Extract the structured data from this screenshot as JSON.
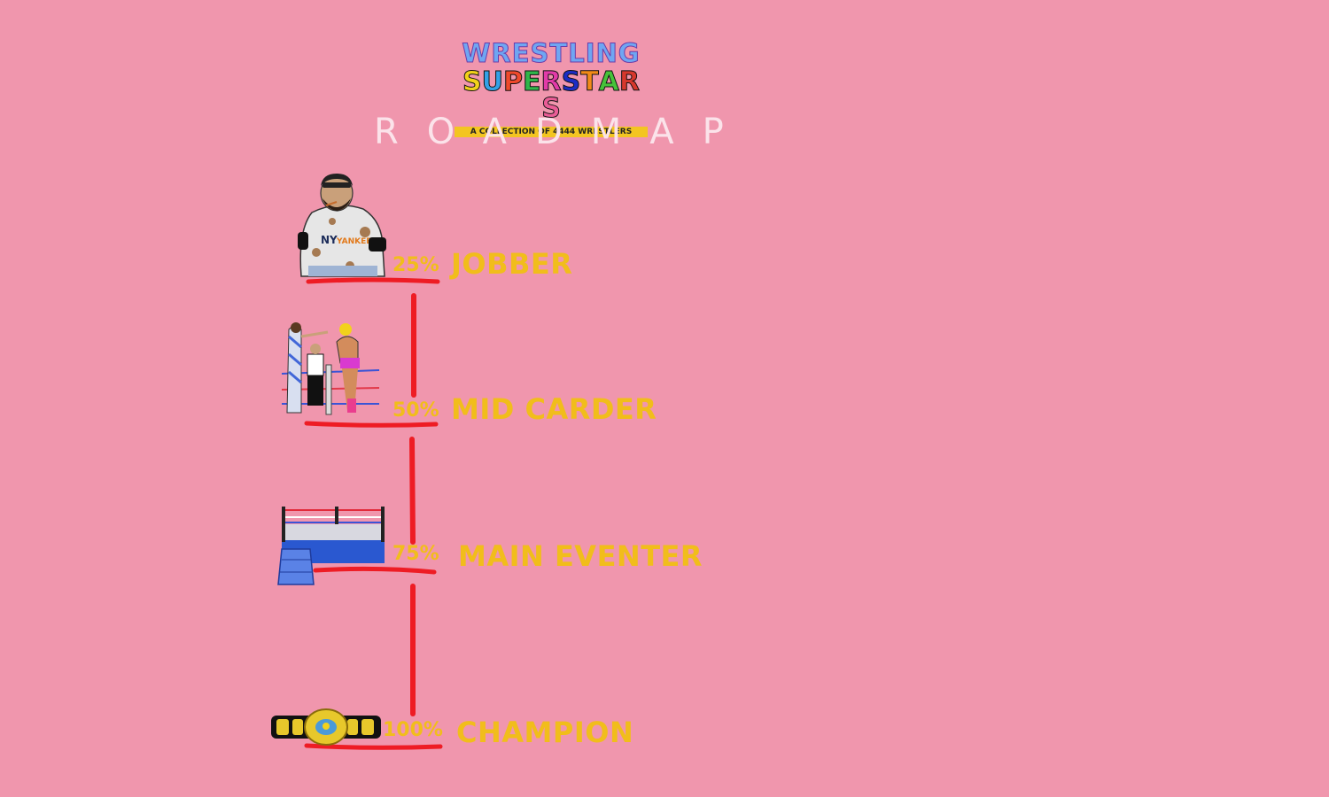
{
  "logo": {
    "line1": "WRESTLING",
    "line2_letters": [
      "S",
      "U",
      "P",
      "E",
      "R",
      "S",
      "T",
      "A",
      "R",
      "S"
    ],
    "line2_colors": [
      "#f2d21b",
      "#33a1e6",
      "#f0492b",
      "#2fb64a",
      "#e23aa8",
      "#1c2cc4",
      "#f28a17",
      "#46c23a",
      "#d7372c",
      "#ea5d96"
    ],
    "tagline": "A COLLECTION OF 4444 WRESTLERS"
  },
  "title": "ROADMAP",
  "stages": [
    {
      "percent": "25%",
      "label": "JOBBER",
      "icon": "wrestler-portrait-icon"
    },
    {
      "percent": "50%",
      "label": "MID CARDER",
      "icon": "ring-match-icon"
    },
    {
      "percent": "75%",
      "label": "MAIN EVENTER",
      "icon": "wrestling-ring-icon"
    },
    {
      "percent": "100%",
      "label": "CHAMPION",
      "icon": "championship-belt-icon"
    }
  ],
  "colors": {
    "background": "#f096ad",
    "accent": "#f1bd1b",
    "line": "#ee1c24",
    "title": "#fbe3ea"
  }
}
